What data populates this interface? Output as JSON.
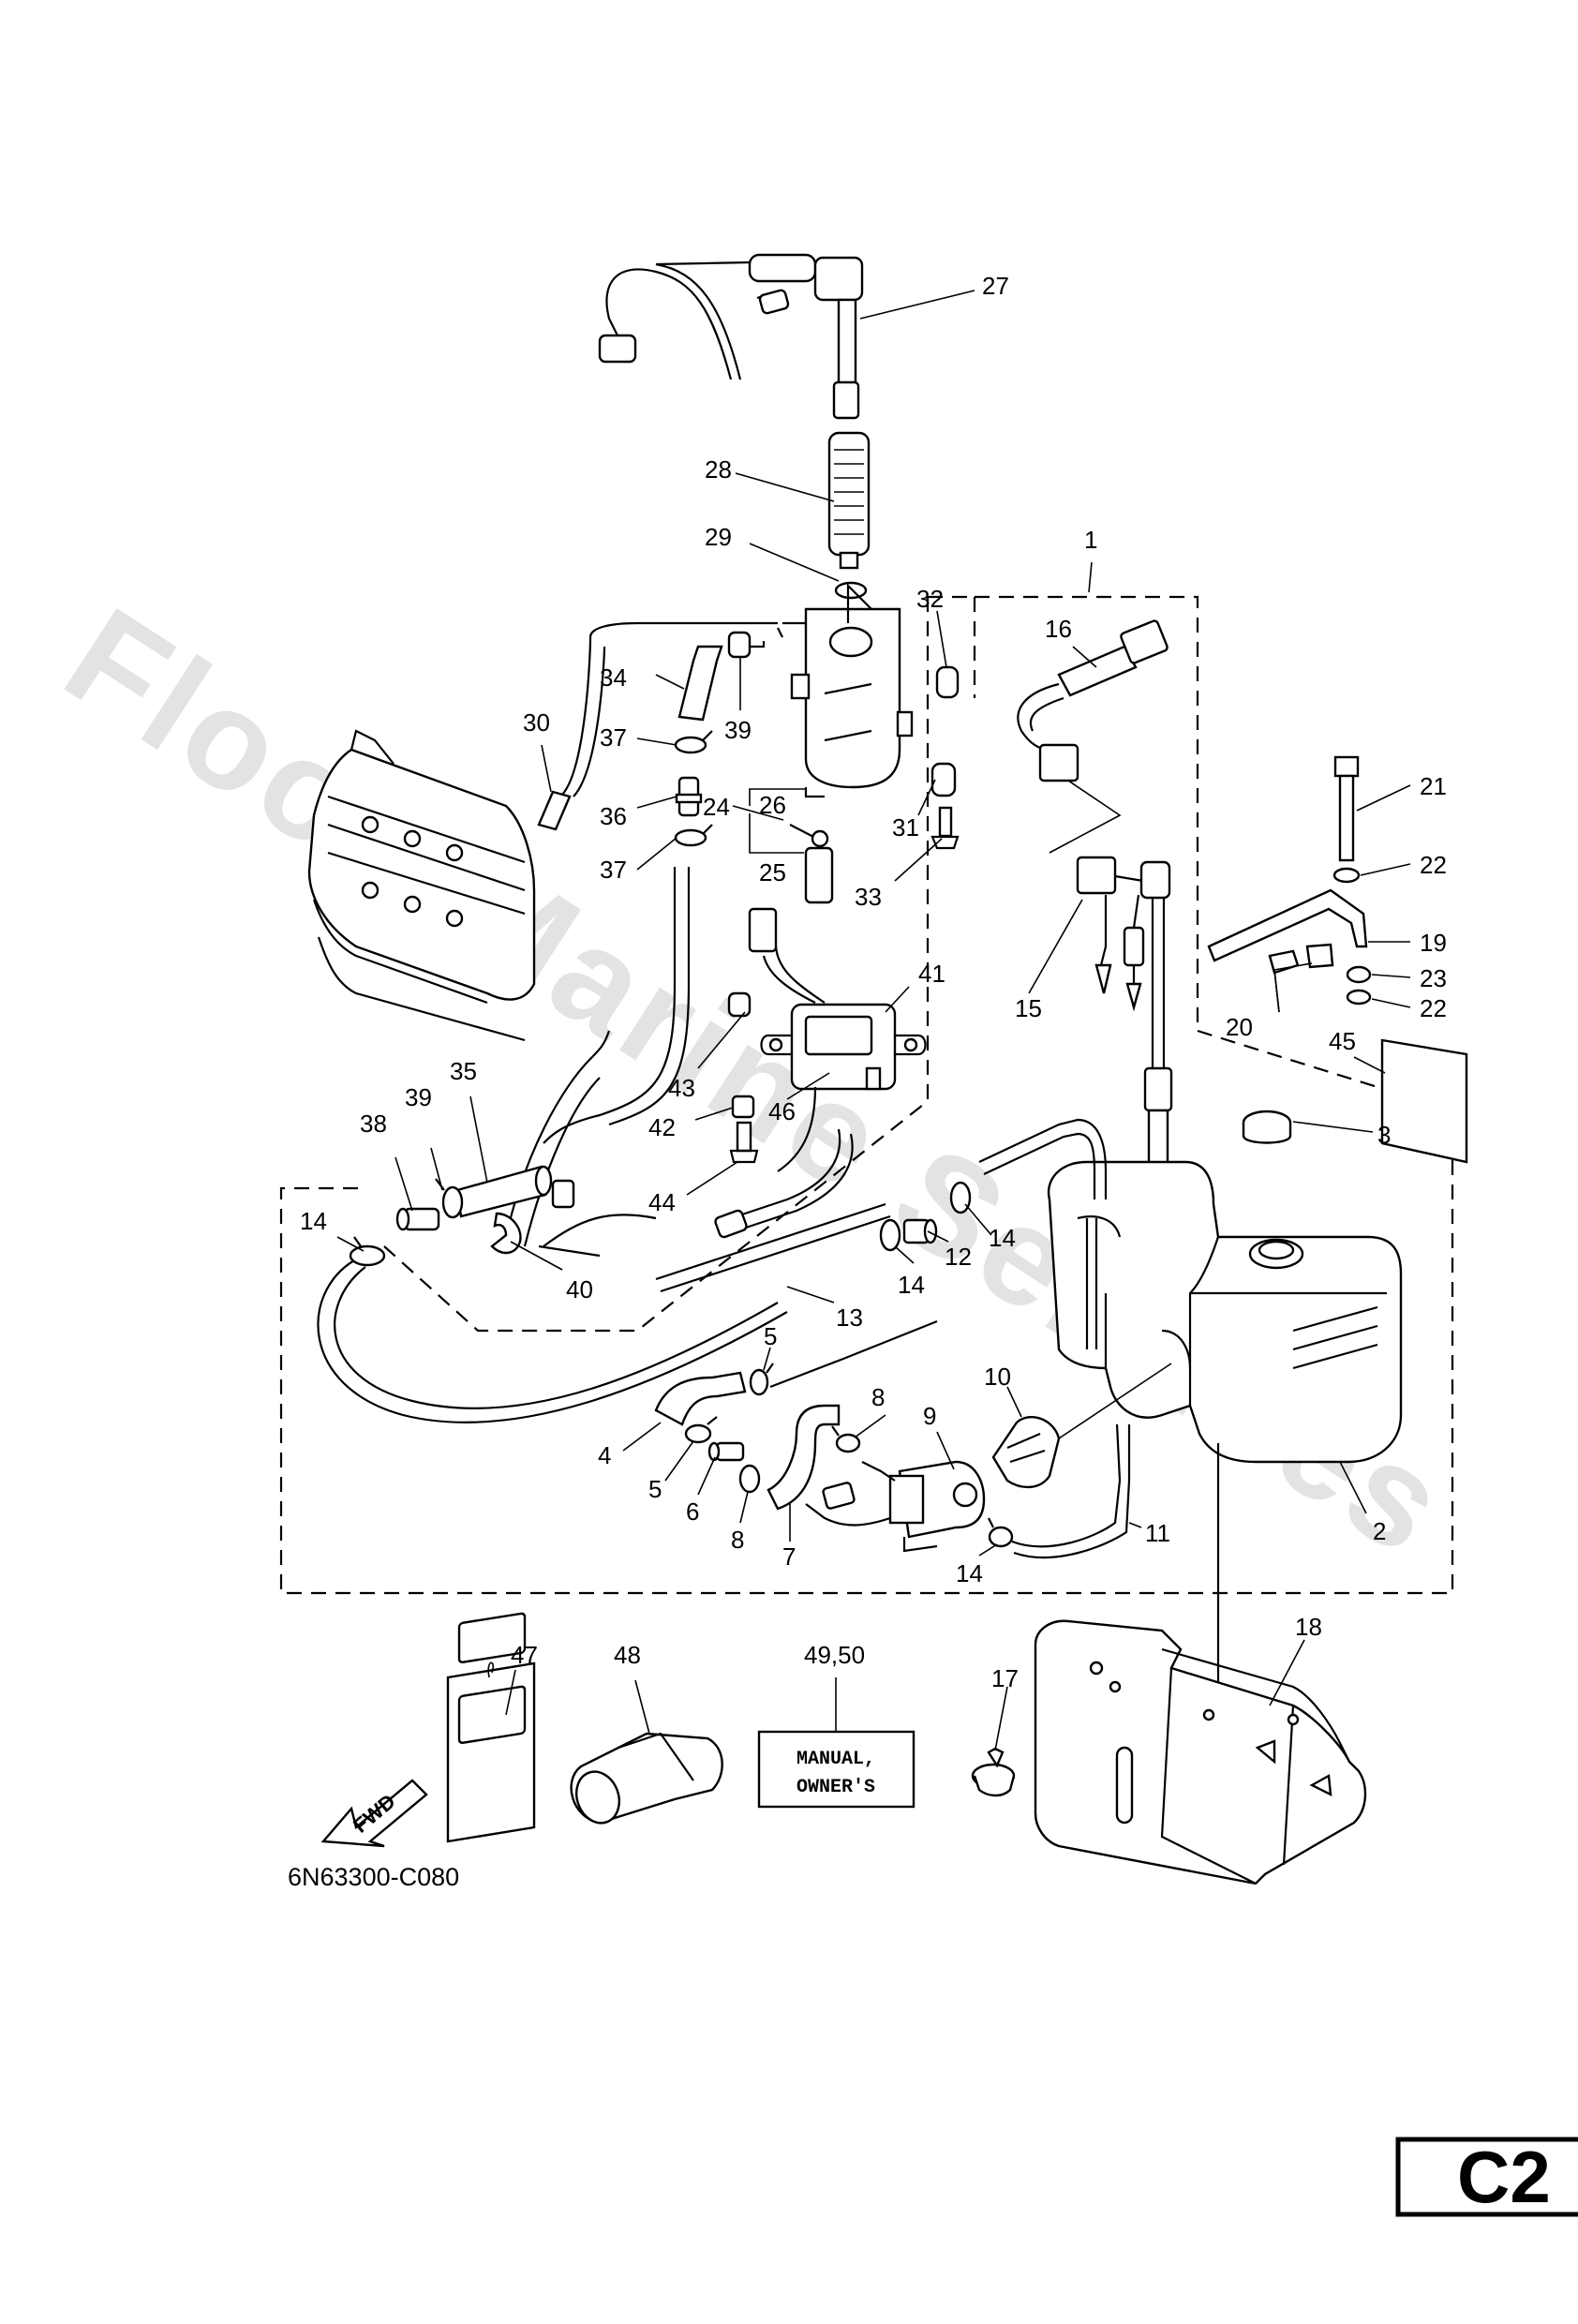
{
  "watermark": "Flood Marine Services",
  "diagram_code": "6N63300-C080",
  "page_badge": "C2",
  "manual_label": {
    "line1": "MANUAL,",
    "line2": "OWNER'S"
  },
  "fwd_label": "FWD",
  "callouts": {
    "c1": "1",
    "c2": "2",
    "c3": "3",
    "c4": "4",
    "c5a": "5",
    "c5b": "5",
    "c6": "6",
    "c7": "7",
    "c8a": "8",
    "c8b": "8",
    "c9": "9",
    "c10": "10",
    "c11": "11",
    "c12": "12",
    "c13": "13",
    "c14a": "14",
    "c14b": "14",
    "c14c": "14",
    "c14d": "14",
    "c15": "15",
    "c16": "16",
    "c17": "17",
    "c18": "18",
    "c19": "19",
    "c20": "20",
    "c21": "21",
    "c22a": "22",
    "c22b": "22",
    "c23": "23",
    "c24": "24",
    "c25": "25",
    "c26": "26",
    "c27": "27",
    "c28": "28",
    "c29": "29",
    "c30": "30",
    "c31": "31",
    "c32": "32",
    "c33": "33",
    "c34": "34",
    "c35": "35",
    "c36": "36",
    "c37a": "37",
    "c37b": "37",
    "c38": "38",
    "c39a": "39",
    "c39b": "39",
    "c40": "40",
    "c41": "41",
    "c42": "42",
    "c43": "43",
    "c44": "44",
    "c45": "45",
    "c46": "46",
    "c47": "47",
    "c48": "48",
    "c4950": "49,50"
  }
}
